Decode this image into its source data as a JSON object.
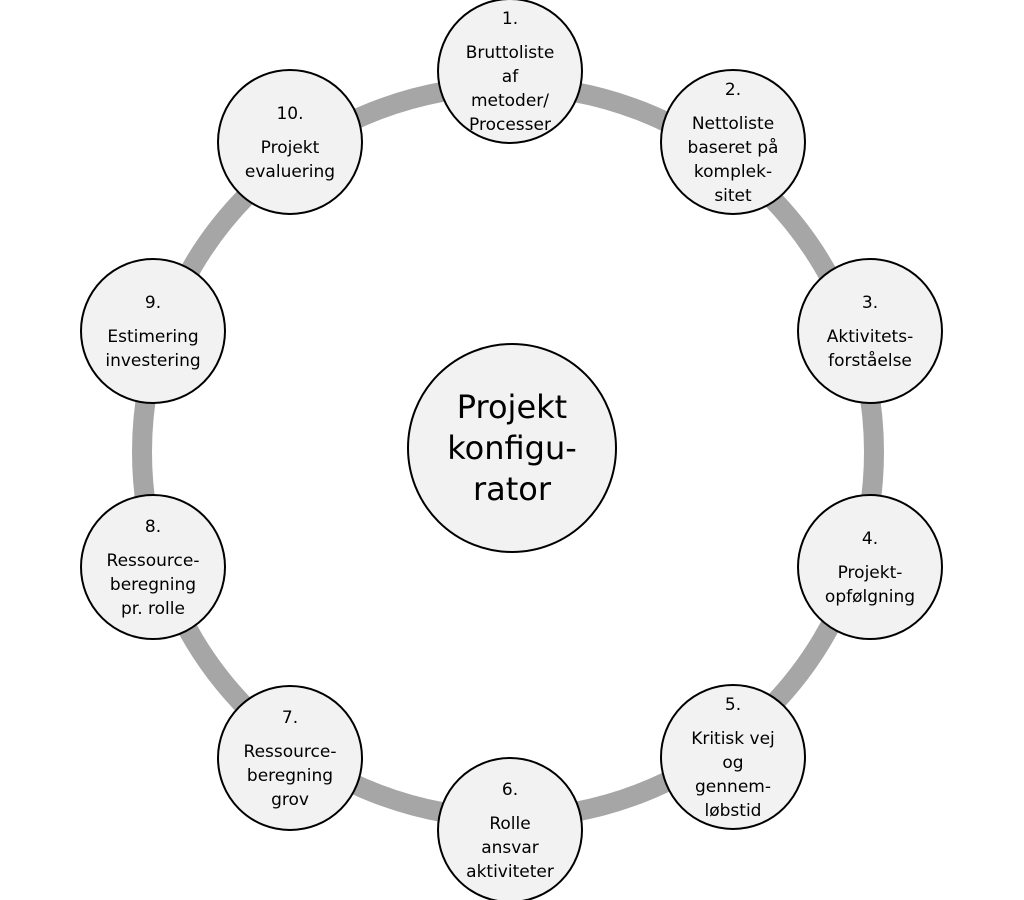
{
  "center": {
    "lines": [
      "Projekt",
      "konfigu-",
      "rator"
    ]
  },
  "steps": [
    {
      "number": "1.",
      "lines": [
        "Bruttoliste",
        "af",
        "metoder/",
        "Processer"
      ]
    },
    {
      "number": "2.",
      "lines": [
        "Nettoliste",
        "baseret på",
        "komplek-",
        "sitet"
      ]
    },
    {
      "number": "3.",
      "lines": [
        "Aktivitets-",
        "forståelse"
      ]
    },
    {
      "number": "4.",
      "lines": [
        "Projekt-",
        "opfølgning"
      ]
    },
    {
      "number": "5.",
      "lines": [
        "Kritisk vej",
        "og",
        "gennem-",
        "løbstid"
      ]
    },
    {
      "number": "6.",
      "lines": [
        "Rolle",
        "ansvar",
        "aktiviteter"
      ]
    },
    {
      "number": "7.",
      "lines": [
        "Ressource-",
        "beregning",
        "grov"
      ]
    },
    {
      "number": "8.",
      "lines": [
        "Ressource-",
        "beregning",
        "pr. rolle"
      ]
    },
    {
      "number": "9.",
      "lines": [
        "Estimering",
        "investering"
      ]
    },
    {
      "number": "10.",
      "lines": [
        "Projekt",
        "evaluering"
      ]
    }
  ],
  "colors": {
    "ring": "#a6a6a6",
    "node_fill": "#f2f2f2",
    "node_stroke": "#000000",
    "text": "#000000"
  }
}
